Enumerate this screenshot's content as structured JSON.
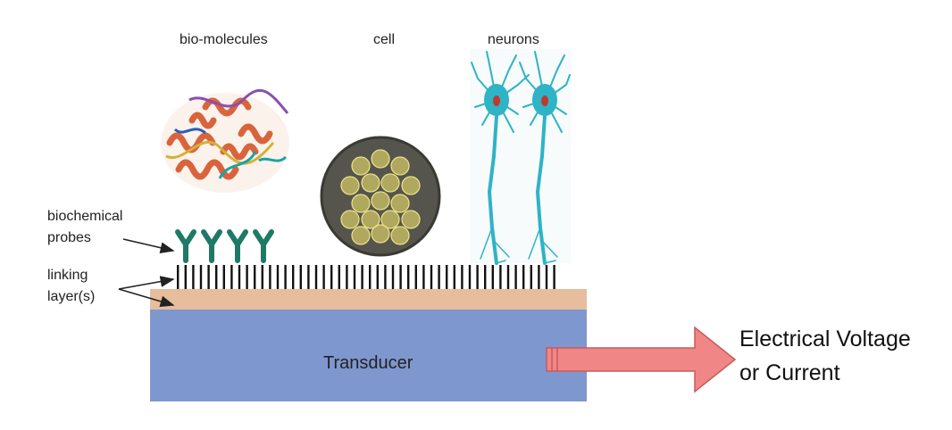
{
  "labels": {
    "biomolecules": "bio-molecules",
    "cell": "cell",
    "neurons": "neurons",
    "probes_line1": "biochemical",
    "probes_line2": "probes",
    "linking_line1": "linking",
    "linking_line2": "layer(s)",
    "transducer": "Transducer",
    "output_line1": "Electrical Voltage",
    "output_line2": "or Current"
  },
  "colors": {
    "transducer": "#7f97cf",
    "linking_layer": "#e6bd9d",
    "probe": "#1e7a66",
    "arrow": "#f08686",
    "protein": "#d9643c",
    "cell_body": "#5a5a52",
    "nucleus": "#d7cc6a",
    "neuron": "#2fb3c6"
  },
  "icons": {
    "biomolecule": "protein-ribbon-icon",
    "cell": "cell-icon",
    "neuron": "neuron-icon",
    "probe": "antibody-probe-icon"
  }
}
